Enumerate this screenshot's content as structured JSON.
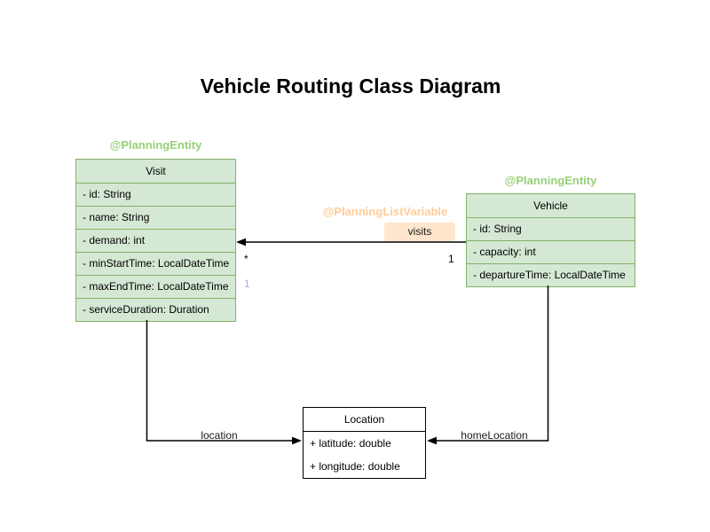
{
  "title": "Vehicle Routing Class Diagram",
  "classes": {
    "visit": {
      "annotation": "@PlanningEntity",
      "name": "Visit",
      "attributes": [
        "- id: String",
        "- name: String",
        "- demand: int",
        "- minStartTime: LocalDateTime",
        "- maxEndTime: LocalDateTime",
        "- serviceDuration: Duration"
      ]
    },
    "vehicle": {
      "annotation": "@PlanningEntity",
      "name": "Vehicle",
      "attributes": [
        "- id: String",
        "- capacity: int",
        "- departureTime: LocalDateTime"
      ]
    },
    "location": {
      "name": "Location",
      "attributes": [
        "+ latitude: double",
        "+ longitude: double"
      ]
    }
  },
  "edges": {
    "visits": {
      "annotation": "@PlanningListVariable",
      "label": "visits",
      "target_multiplicity": "*",
      "source_multiplicity": "1",
      "extra_label": "1"
    },
    "location": {
      "label": "location"
    },
    "home_location": {
      "label": "homeLocation"
    }
  },
  "colors": {
    "entity_fill": "#d5e8d4",
    "entity_stroke": "#82b366",
    "entity_annotation_text": "#97d077",
    "list_variable_text": "#ffcc99",
    "visits_badge_fill": "#ffe6cc",
    "plain_fill": "#ffffff",
    "plain_stroke": "#000000",
    "extra_label_text": "#b5a7d5",
    "edge_color": "#000000"
  }
}
